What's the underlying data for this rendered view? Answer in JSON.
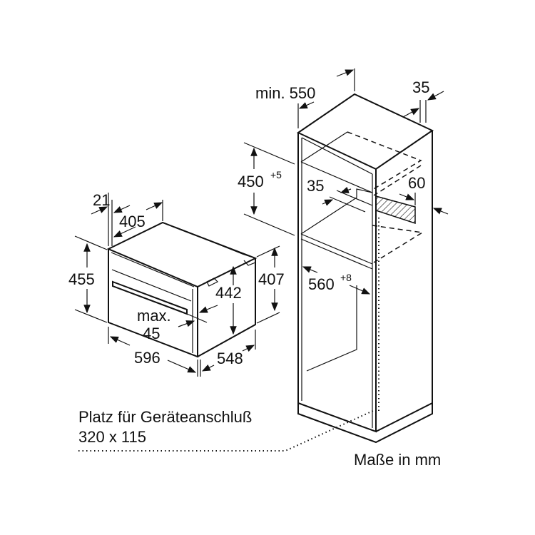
{
  "oven": {
    "dim_depth_front": "21",
    "dim_depth": "405",
    "dim_height": "455",
    "dim_inner_height": "442",
    "dim_side_height": "407",
    "dim_max_label": "max.",
    "dim_max_value": "45",
    "dim_width": "596",
    "dim_side_depth": "548"
  },
  "cabinet": {
    "dim_min_label": "min. 550",
    "dim_back_gap": "35",
    "dim_niche_height": "450",
    "dim_niche_height_tol": "+5",
    "dim_shelf_gap": "35",
    "dim_vent": "60",
    "dim_niche_width": "560",
    "dim_niche_width_tol": "+8"
  },
  "notes": {
    "connection_line1": "Platz für Geräteanschluß",
    "connection_line2": "320 x 115",
    "units": "Maße in mm"
  }
}
